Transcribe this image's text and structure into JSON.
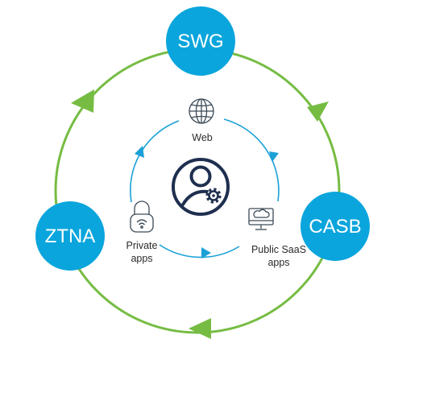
{
  "colors": {
    "outer_ring": "#76bc43",
    "inner_ring": "#1ba0d7",
    "node_fill": "#0aa5dc",
    "icon_stroke": "#3b4a57",
    "center_stroke": "#1f2f4f",
    "label_text": "#2b2b2b"
  },
  "nodes": {
    "swg": {
      "label": "SWG"
    },
    "casb": {
      "label": "CASB"
    },
    "ztna": {
      "label": "ZTNA"
    }
  },
  "inner": {
    "web": {
      "label": "Web",
      "icon": "globe-icon"
    },
    "private": {
      "line1": "Private",
      "line2": "apps",
      "icon": "padlock-wifi-icon"
    },
    "saas": {
      "line1": "Public SaaS",
      "line2": "apps",
      "icon": "cloud-monitor-icon"
    },
    "center": {
      "icon": "user-settings-icon"
    }
  }
}
